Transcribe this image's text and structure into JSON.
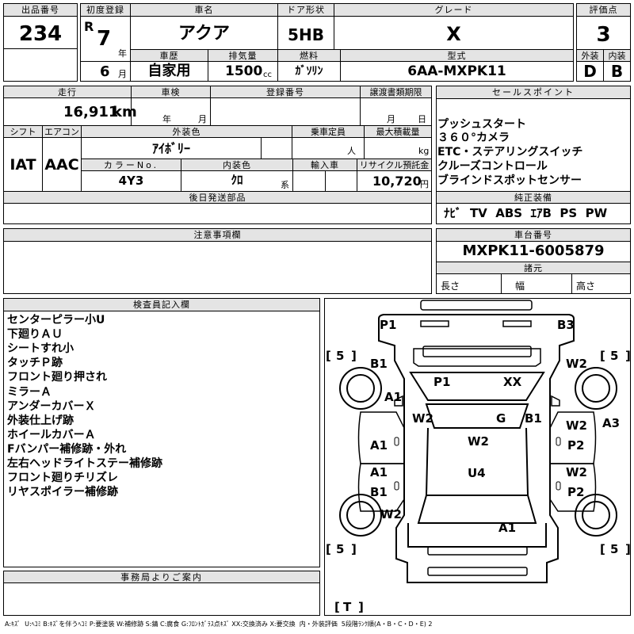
{
  "header": {
    "lot_no_label": "出品番号",
    "lot_no": "234",
    "first_reg_label": "初度登録",
    "era": "R",
    "year": "7",
    "year_unit": "年",
    "month": "6",
    "month_unit": "月",
    "model_name_label": "車名",
    "model_name": "アクア",
    "door_label": "ドア形状",
    "door": "5HB",
    "grade_label": "グレード",
    "grade": "X",
    "score_label": "評価点",
    "score": "3",
    "history_label": "車歴",
    "history": "自家用",
    "displacement_label": "排気量",
    "displacement": "1500",
    "displacement_unit": "cc",
    "fuel_label": "燃料",
    "fuel": "ｶﾞｿﾘﾝ",
    "type_label": "型式",
    "type": "6AA-MXPK11",
    "exterior_label": "外装",
    "exterior": "D",
    "interior_label": "内装",
    "interior": "B"
  },
  "middle": {
    "mileage_label": "走行",
    "mileage": "16,911",
    "mileage_unit": "km",
    "inspection_label": "車検",
    "year_unit": "年",
    "month_unit": "月",
    "reg_no_label": "登録番号",
    "transfer_label": "譲渡書類期限",
    "transfer_month": "月",
    "transfer_day": "日",
    "shift_label": "シフト",
    "shift": "IAT",
    "ac_label": "エアコン",
    "ac": "AAC",
    "ext_color_label": "外装色",
    "ext_color": "ｱｲﾎﾞﾘｰ",
    "capacity_label": "乗車定員",
    "capacity_unit": "人",
    "max_load_label": "最大積載量",
    "max_load_unit": "kg",
    "color_no_label": "カラーNo.",
    "color_no": "4Y3",
    "int_color_label": "内装色",
    "int_color": "ｸﾛ",
    "int_color_unit": "系",
    "import_label": "輸入車",
    "recycle_label": "リサイクル預託金",
    "recycle": "10,720",
    "recycle_unit": "円",
    "later_parts_label": "後日発送部品",
    "caution_label": "注意事項欄"
  },
  "sales_points": {
    "label": "セールスポイント",
    "items": [
      "プッシュスタート",
      "３６０°カメラ",
      "ETC・ステアリングスイッチ",
      "クルーズコントロール",
      "ブラインドスポットセンサー"
    ],
    "factory_label": "純正装備",
    "factory": "ﾅﾋﾞ  TV  ABS  ｴｱB  PS  PW"
  },
  "chassis": {
    "label": "車台番号",
    "number": "MXPK11-6005879",
    "dims_label": "諸元",
    "length": "長さ",
    "width": "幅",
    "height": "高さ"
  },
  "inspector": {
    "label": "検査員記入欄",
    "notes": [
      "センターピラー小U",
      "下廻りＡＵ",
      "シートすれ小",
      "タッチＰ跡",
      "フロント廻り押され",
      "ミラーＡ",
      "アンダーカバーＸ",
      "外装仕上げ跡",
      "ホイールカバーＡ",
      "Fバンパー補修跡・外れ",
      "左右ヘッドライトステー補修跡",
      "フロント廻りチリズレ",
      "リヤスポイラー補修跡"
    ]
  },
  "office_label": "事務局よりご案内",
  "diagram": {
    "marks": {
      "p1_top": "P1",
      "b3_top": "B3",
      "b1_fl": "B1",
      "a1_fl": "A1",
      "p1_bonnet": "P1",
      "xx_bonnet": "XX",
      "w2_fr": "W2",
      "w2_cowl": "W2",
      "g_glass": "G",
      "b1_fender_r": "B1",
      "a1_ld1": "A1",
      "w2_roof": "W2",
      "w2_rd1": "W2",
      "p2_rd1": "P2",
      "a3_right": "A3",
      "a1_ld2": "A1",
      "b1_ld2": "B1",
      "u4_roof": "U4",
      "w2_rd2": "W2",
      "p2_rd2": "P2",
      "w2_rl": "W2",
      "a1_rr": "A1"
    },
    "tires": {
      "fl": "5",
      "fr": "5",
      "rl": "5",
      "rr": "5",
      "spare": "T"
    }
  },
  "legend": "A:ｷｽﾞ  U:ﾍｺﾐ B:ｷｽﾞを伴うﾍｺﾐ P:要塗装 W:補修跡 S:錆 C:腐食 G:ﾌﾛﾝﾄｶﾞﾗｽ点ｷｽﾞ XX:交換済み X:要交換  内・外装評価  5段階ﾗﾝｸ順(A・B・C・D・E) 2"
}
